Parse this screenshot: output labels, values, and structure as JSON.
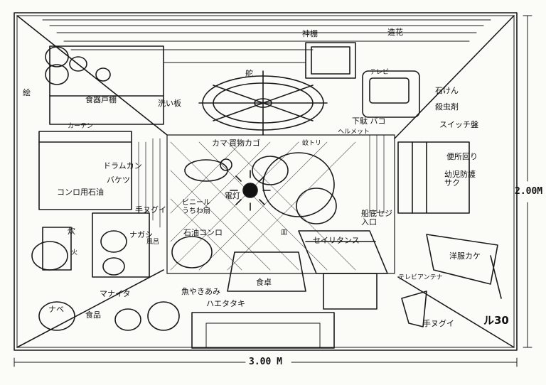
{
  "dimensions": {
    "width_label": "3.00 M",
    "height_label": "2.00M"
  },
  "signature": "ル30",
  "labels": {
    "shrine_shelf": "神棚",
    "artificial_flowers": "造花",
    "television": "テレビ",
    "soap": "石けん",
    "bug_repellent": "殺虫剤",
    "switchboard": "スイッチ盤",
    "toilet_area": "便所回り",
    "child_gate": "幼児防護サク",
    "ship_wheel": "舵",
    "picture": "絵",
    "cupboard": "食器戸棚",
    "washing_board": "洗い板",
    "curtain": "カーテン",
    "drum_can": "ドラムカン",
    "bucket": "バケツ",
    "stove_kerosene": "コンロ用石油",
    "hand_towel_left": "手ヌグイ",
    "vinyl_fan": "ビニール うちわ扇",
    "kerosene_stove": "石油コンロ",
    "cooking_pot": "炊",
    "sink": "ナガシ",
    "cutting_board": "マナイタ",
    "pan": "ナベ",
    "food": "食品",
    "oven_grill": "魚やきあみ",
    "fly_swatter": "ハエタタキ",
    "basket": "買物カゴ",
    "dish": "皿",
    "cloth_storage": "セイリタンス",
    "dining_table": "食卓",
    "ship_bottom": "船底セジ 入口",
    "western_clothes": "洋服カケ",
    "tv_antenna": "テレビアンテナ",
    "hand_towel_right": "手ヌグイ",
    "fan_left": "カマ",
    "mosquito": "蚊トリ",
    "helmet": "ヘルメット",
    "shoe": "下駄 バコ",
    "bath": "風呂",
    "light": "電灯",
    "fire_small": "火"
  }
}
